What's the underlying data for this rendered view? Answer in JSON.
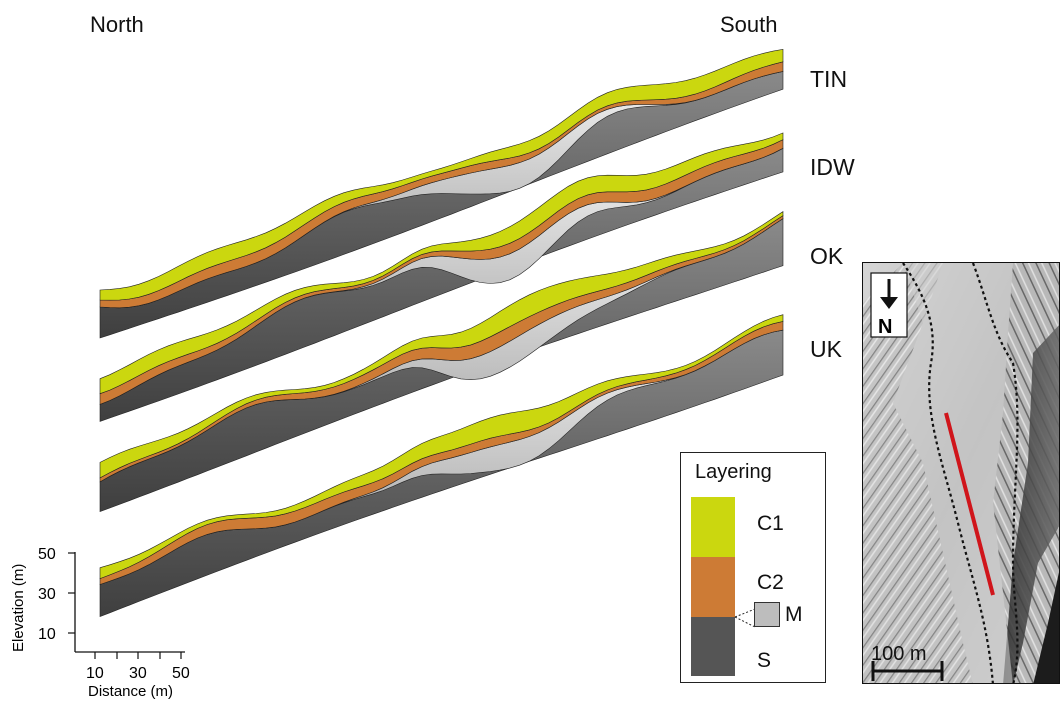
{
  "orientation": {
    "left": "North",
    "right": "South"
  },
  "methods": [
    "TIN",
    "IDW",
    "OK",
    "UK"
  ],
  "colors": {
    "C1": "#cbd70f",
    "C2": "#cd7b35",
    "S": "#555555",
    "M": "#bdbdbd",
    "bedrock_dark": "#4a4a4a"
  },
  "legend": {
    "title": "Layering",
    "items": [
      {
        "key": "C1",
        "label": "C1"
      },
      {
        "key": "C2",
        "label": "C2"
      },
      {
        "key": "M",
        "label": "M"
      },
      {
        "key": "S",
        "label": "S"
      }
    ]
  },
  "axes": {
    "y_label": "Elevation (m)",
    "y_ticks": [
      "50",
      "30",
      "10"
    ],
    "x_label": "Distance (m)",
    "x_ticks": [
      "10",
      "30",
      "50"
    ]
  },
  "map": {
    "north_label": "N",
    "north_icon": "arrow-down-icon",
    "scale_label": "100 m"
  }
}
